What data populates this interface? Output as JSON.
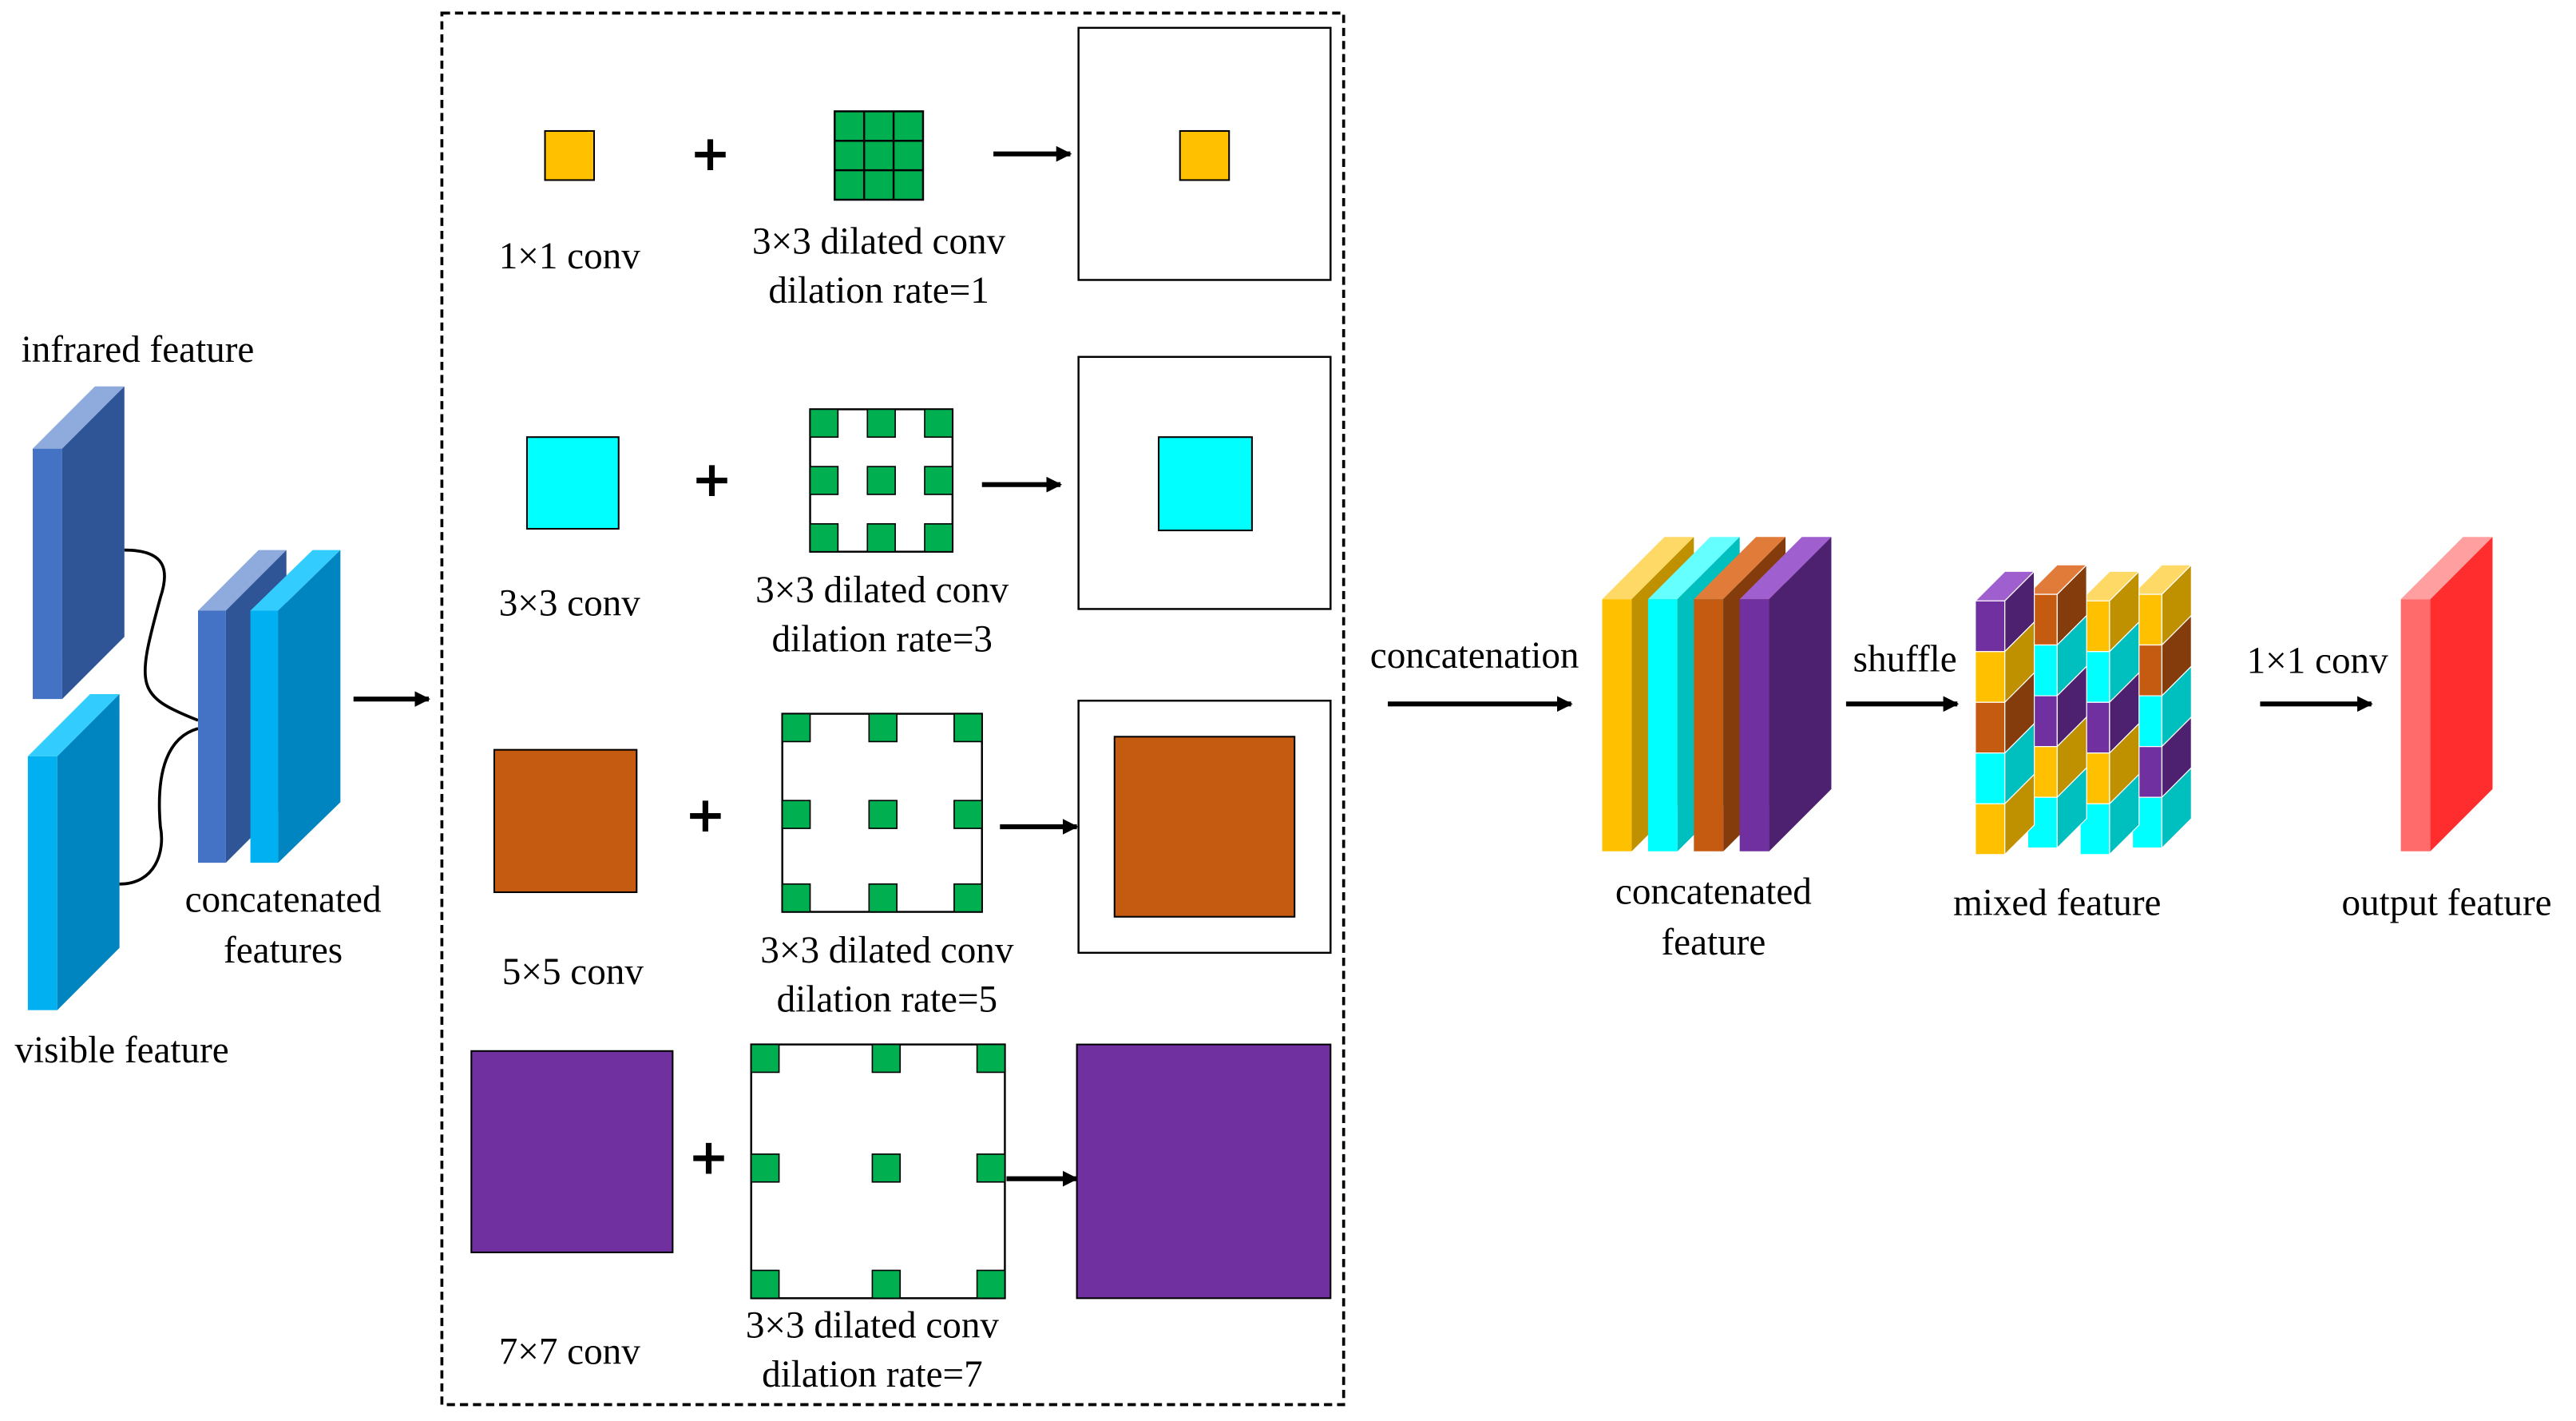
{
  "labels": {
    "infrared_feature": "infrared feature",
    "visible_feature": "visible feature",
    "concat_features_line1": "concatenated",
    "concat_features_line2": "features",
    "concatenation": "concatenation",
    "shuffle": "shuffle",
    "conv_1x1_out": "1×1 conv",
    "concat_feature_line1": "concatenated",
    "concat_feature_line2": "feature",
    "mixed_feature": "mixed feature",
    "output_feature": "output feature"
  },
  "branches": [
    {
      "kernel_label": "1×1 conv",
      "dilated_line1": "3×3 dilated conv",
      "dilated_line2": "dilation rate=1",
      "color": "#FFC000",
      "dilation": 1
    },
    {
      "kernel_label": "3×3 conv",
      "dilated_line1": "3×3 dilated conv",
      "dilated_line2": "dilation rate=3",
      "color": "#00FFFF",
      "dilation": 3
    },
    {
      "kernel_label": "5×5 conv",
      "dilated_line1": "3×3 dilated conv",
      "dilated_line2": "dilation rate=5",
      "color": "#C55A11",
      "dilation": 5
    },
    {
      "kernel_label": "7×7 conv",
      "dilated_line1": "3×3 dilated conv",
      "dilated_line2": "dilation rate=7",
      "color": "#7030A0",
      "dilation": 7
    }
  ],
  "colors": {
    "infrared": "#2F5597",
    "visible": "#00B0F0",
    "dilated_cell": "#00B050",
    "output": "#FF2D2D"
  }
}
